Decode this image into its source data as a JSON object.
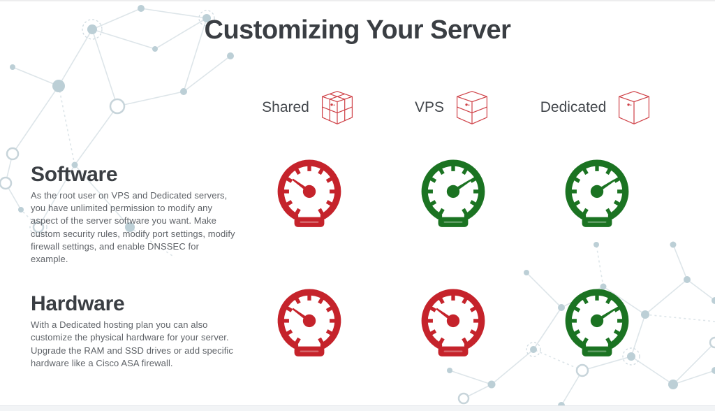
{
  "page": {
    "title": "Customizing Your Server"
  },
  "columns": [
    {
      "id": "shared",
      "label": "Shared",
      "icon": "shared-cube-icon"
    },
    {
      "id": "vps",
      "label": "VPS",
      "icon": "vps-cube-icon"
    },
    {
      "id": "dedicated",
      "label": "Dedicated",
      "icon": "dedicated-cube-icon"
    }
  ],
  "rows": [
    {
      "id": "software",
      "heading": "Software",
      "description": "As the root user on VPS and Dedicated servers, you have unlimited permission to modify any aspect of the server software you want. Make custom security rules, modify port settings, modify firewall settings, and enable DNSSEC for example.",
      "gauges": [
        {
          "column": "shared",
          "level": "low",
          "color": "#c5232b"
        },
        {
          "column": "vps",
          "level": "high",
          "color": "#1b7322"
        },
        {
          "column": "dedicated",
          "level": "high",
          "color": "#1b7322"
        }
      ]
    },
    {
      "id": "hardware",
      "heading": "Hardware",
      "description": "With a Dedicated hosting plan you can also customize the physical hardware for your server. Upgrade the RAM and SSD drives or add specific hardware like a Cisco ASA firewall.",
      "gauges": [
        {
          "column": "shared",
          "level": "low",
          "color": "#c5232b"
        },
        {
          "column": "vps",
          "level": "low",
          "color": "#c5232b"
        },
        {
          "column": "dedicated",
          "level": "high",
          "color": "#1b7322"
        }
      ]
    }
  ],
  "colors": {
    "gauge_red": "#c5232b",
    "gauge_green": "#1b7322",
    "cube_outline": "#cf4147",
    "title_text": "#3a3e43",
    "body_text": "#5f6368",
    "pattern": "#bccfd6"
  }
}
